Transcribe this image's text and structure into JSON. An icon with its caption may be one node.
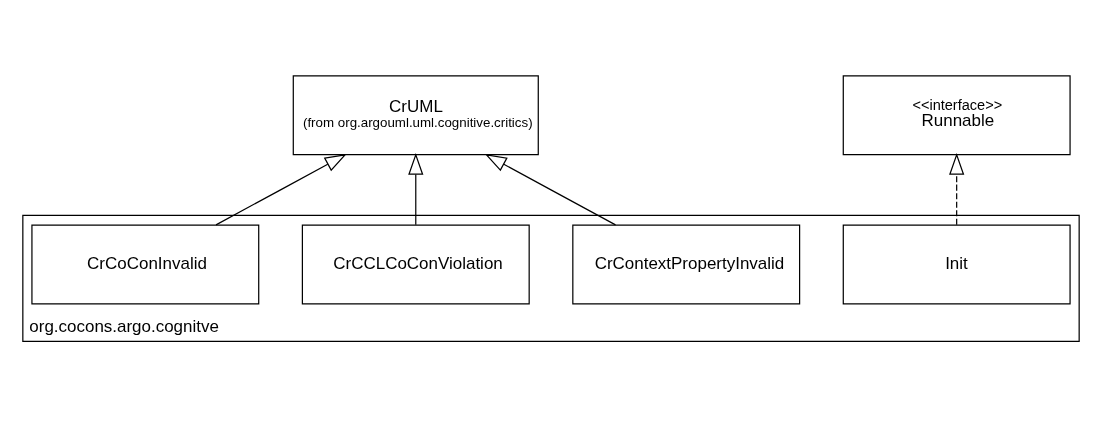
{
  "diagram": {
    "nodes": [
      {
        "text": [
          "CrUML",
          "(from org.argouml.uml.cognitive.critics)"
        ]
      },
      {
        "text": [
          "<<interface>>",
          "Runnable"
        ]
      },
      {
        "text": [
          "org.cocons.argo.cognitve"
        ]
      },
      {
        "text": [
          "CrContextPropertyInvalid"
        ],
        "in": 2
      },
      {
        "text": [
          "CrCCLCoConViolation"
        ],
        "in": 2
      },
      {
        "text": [
          "Init"
        ],
        "in": 2
      },
      {
        "text": [
          "CrCoConInvalid"
        ],
        "in": 2
      }
    ],
    "edges": [
      {
        "from": 3,
        "to": 0,
        "arrow": "to"
      },
      {
        "from": 4,
        "to": 0,
        "arrow": "to"
      },
      {
        "from": 6,
        "to": 0,
        "arrow": "to"
      },
      {
        "from": 5,
        "to": 1,
        "arrow": "to",
        "style": "dashed"
      }
    ]
  }
}
